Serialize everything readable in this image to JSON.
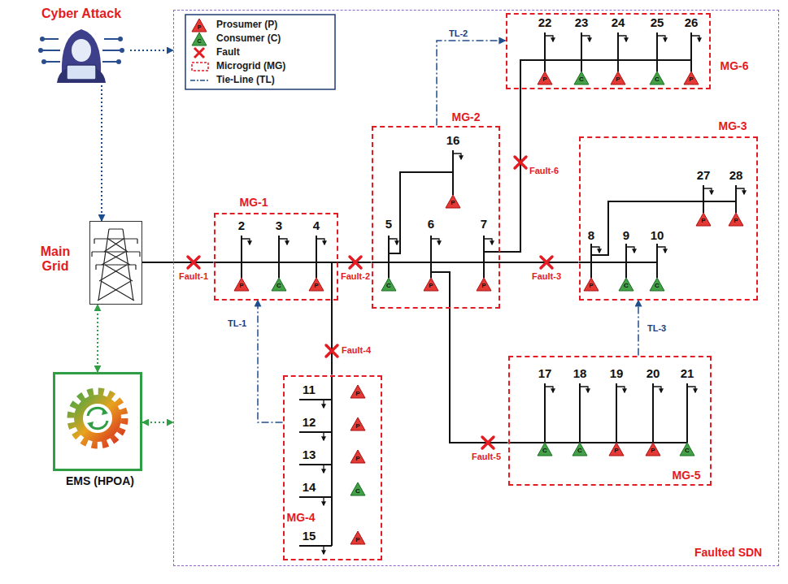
{
  "diagram": {
    "nodes": [
      {
        "text": [
          "Cyber Attack"
        ]
      },
      {
        "text": [
          "Main Grid"
        ]
      },
      {
        "text": [
          "EMS (HPOA)"
        ]
      },
      {
        "text": [
          "Faulted SDN"
        ]
      },
      {
        "text": [
          "MG-1"
        ],
        "in": 3
      },
      {
        "text": [
          "MG-2"
        ],
        "in": 3
      },
      {
        "text": [
          "MG-3"
        ],
        "in": 3
      },
      {
        "text": [
          "MG-4"
        ],
        "in": 3
      },
      {
        "text": [
          "MG-5"
        ],
        "in": 3
      },
      {
        "text": [
          "MG-6"
        ],
        "in": 3
      }
    ],
    "edges": [
      {
        "from": 0,
        "to": 1,
        "arrow": "to"
      },
      {
        "from": 0,
        "to": 3,
        "arrow": "to"
      },
      {
        "from": 2,
        "to": 1,
        "arrow": "both"
      },
      {
        "from": 2,
        "to": 3,
        "arrow": "both"
      },
      {
        "from": 1,
        "to": 4,
        "arrow": "none"
      },
      {
        "from": 4,
        "to": 5,
        "arrow": "none"
      },
      {
        "from": 5,
        "to": 6,
        "arrow": "none"
      },
      {
        "from": 4,
        "to": 7,
        "arrow": "none"
      },
      {
        "from": 5,
        "to": 8,
        "arrow": "none"
      },
      {
        "from": 5,
        "to": 9,
        "arrow": "none"
      },
      {
        "from": 7,
        "to": 4,
        "arrow": "to",
        "label": "TL-1"
      },
      {
        "from": 5,
        "to": 9,
        "arrow": "to",
        "label": "TL-2"
      },
      {
        "from": 8,
        "to": 6,
        "arrow": "to",
        "label": "TL-3"
      }
    ],
    "labels": [
      "2",
      "3",
      "4",
      "5",
      "6",
      "7",
      "16",
      "8",
      "9",
      "10",
      "27",
      "28",
      "11",
      "12",
      "13",
      "14",
      "15",
      "17",
      "18",
      "19",
      "20",
      "21",
      "22",
      "23",
      "24",
      "25",
      "26",
      "Fault-1",
      "Fault-2",
      "Fault-3",
      "Fault-4",
      "Fault-5",
      "Fault-6",
      "P",
      "C",
      "P",
      "C",
      "P",
      "P",
      "P",
      "P",
      "C",
      "C",
      "P",
      "P",
      "P",
      "P",
      "P",
      "C",
      "P",
      "C",
      "C",
      "P",
      "P",
      "C",
      "P",
      "C",
      "P",
      "C",
      "P",
      "P",
      "C"
    ],
    "legend": [
      {
        "text": "Prosumer (P)"
      },
      {
        "text": "Consumer (C)"
      },
      {
        "text": "Fault"
      },
      {
        "text": "Microgrid (MG)"
      },
      {
        "text": "Tie-Line (TL)"
      }
    ]
  }
}
